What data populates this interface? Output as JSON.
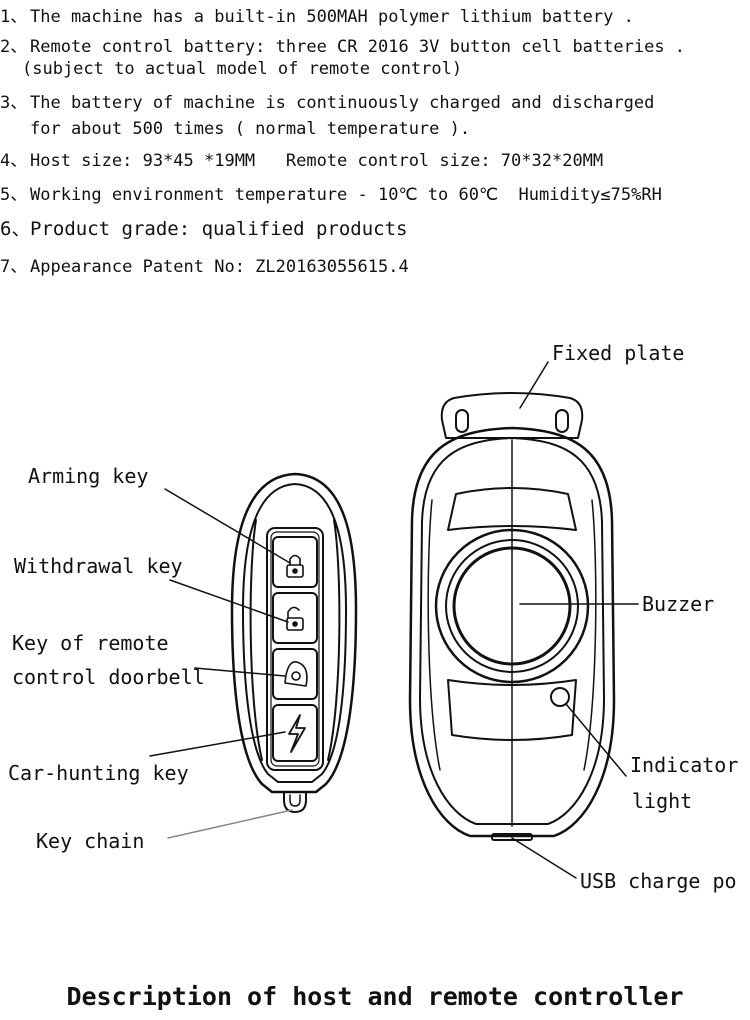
{
  "specs": [
    {
      "num": "1、",
      "text": "The machine has a built-in 500MAH polymer lithium battery ."
    },
    {
      "num": "2、",
      "text": "Remote control battery: three CR 2016 3V button cell batteries .",
      "cont": "(subject to actual model of remote control)"
    },
    {
      "num": "3、",
      "text": "The battery of machine is continuously charged and discharged",
      "cont": "for about 500 times ( normal temperature )."
    },
    {
      "num": "4、",
      "text": "Host size: 93*45 *19MM   Remote control size: 70*32*20MM"
    },
    {
      "num": "5、",
      "text": "Working environment temperature - 10℃ to 60℃  Humidity≤75%RH"
    },
    {
      "num": "6、",
      "text": "Product grade: qualified products"
    },
    {
      "num": "7、",
      "text": "Appearance Patent No: ZL20163055615.4"
    }
  ],
  "remote_labels": {
    "arming_key": "Arming key",
    "withdrawal_key": "Withdrawal key",
    "doorbell_key_line1": "Key of remote",
    "doorbell_key_line2": "control doorbell",
    "car_hunting_key": "Car-hunting key",
    "key_chain": "Key chain"
  },
  "host_labels": {
    "fixed_plate": "Fixed plate",
    "buzzer": "Buzzer",
    "indicator_line1": "Indicator",
    "indicator_line2": "light",
    "usb": "USB charge po"
  },
  "caption": "Description of host and remote controller",
  "colors": {
    "ink": "#111111",
    "background": "#ffffff"
  }
}
